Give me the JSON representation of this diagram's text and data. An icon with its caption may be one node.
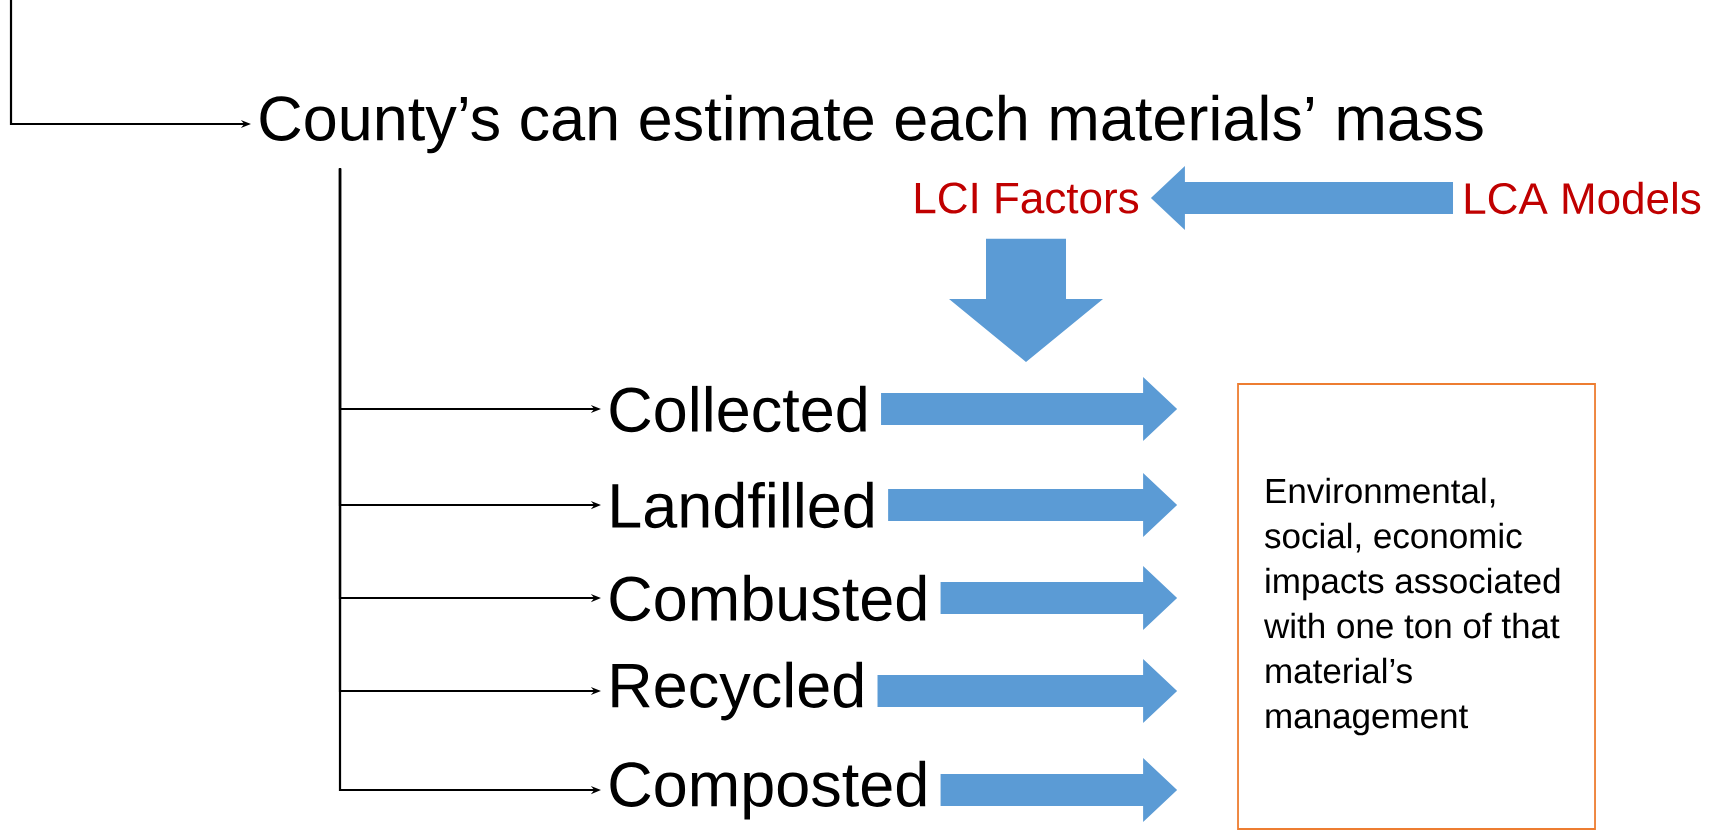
{
  "diagram": {
    "nodes": [
      {
        "text": [
          "County’s can estimate each materials’ mass"
        ]
      },
      {
        "text": [
          "Collected"
        ]
      },
      {
        "text": [
          "Landfilled"
        ]
      },
      {
        "text": [
          "Combusted"
        ]
      },
      {
        "text": [
          "Recycled"
        ]
      },
      {
        "text": [
          "Composted"
        ]
      },
      {
        "text": [
          "LCI Factors"
        ]
      },
      {
        "text": [
          "LCA Models"
        ]
      },
      {
        "text": [
          "Environmental, social, economic impacts associated with one ton of that material’s management"
        ]
      }
    ],
    "edges": [
      {
        "from": null,
        "to": 0,
        "arrow": "to",
        "color": "#000000"
      },
      {
        "from": 0,
        "to": 1,
        "arrow": "to",
        "color": "#000000"
      },
      {
        "from": 0,
        "to": 2,
        "arrow": "to",
        "color": "#000000"
      },
      {
        "from": 0,
        "to": 3,
        "arrow": "to",
        "color": "#000000"
      },
      {
        "from": 0,
        "to": 4,
        "arrow": "to",
        "color": "#000000"
      },
      {
        "from": 0,
        "to": 5,
        "arrow": "to",
        "color": "#000000"
      },
      {
        "from": 7,
        "to": 6,
        "arrow": "to",
        "style": "thick",
        "color": "#5b9bd5"
      },
      {
        "from": 6,
        "to": null,
        "arrow": "to",
        "style": "thick",
        "color": "#5b9bd5"
      },
      {
        "from": 1,
        "to": 8,
        "arrow": "to",
        "style": "thick",
        "color": "#5b9bd5"
      },
      {
        "from": 2,
        "to": 8,
        "arrow": "to",
        "style": "thick",
        "color": "#5b9bd5"
      },
      {
        "from": 3,
        "to": 8,
        "arrow": "to",
        "style": "thick",
        "color": "#5b9bd5"
      },
      {
        "from": 4,
        "to": 8,
        "arrow": "to",
        "style": "thick",
        "color": "#5b9bd5"
      },
      {
        "from": 5,
        "to": 8,
        "arrow": "to",
        "style": "thick",
        "color": "#5b9bd5"
      }
    ]
  }
}
